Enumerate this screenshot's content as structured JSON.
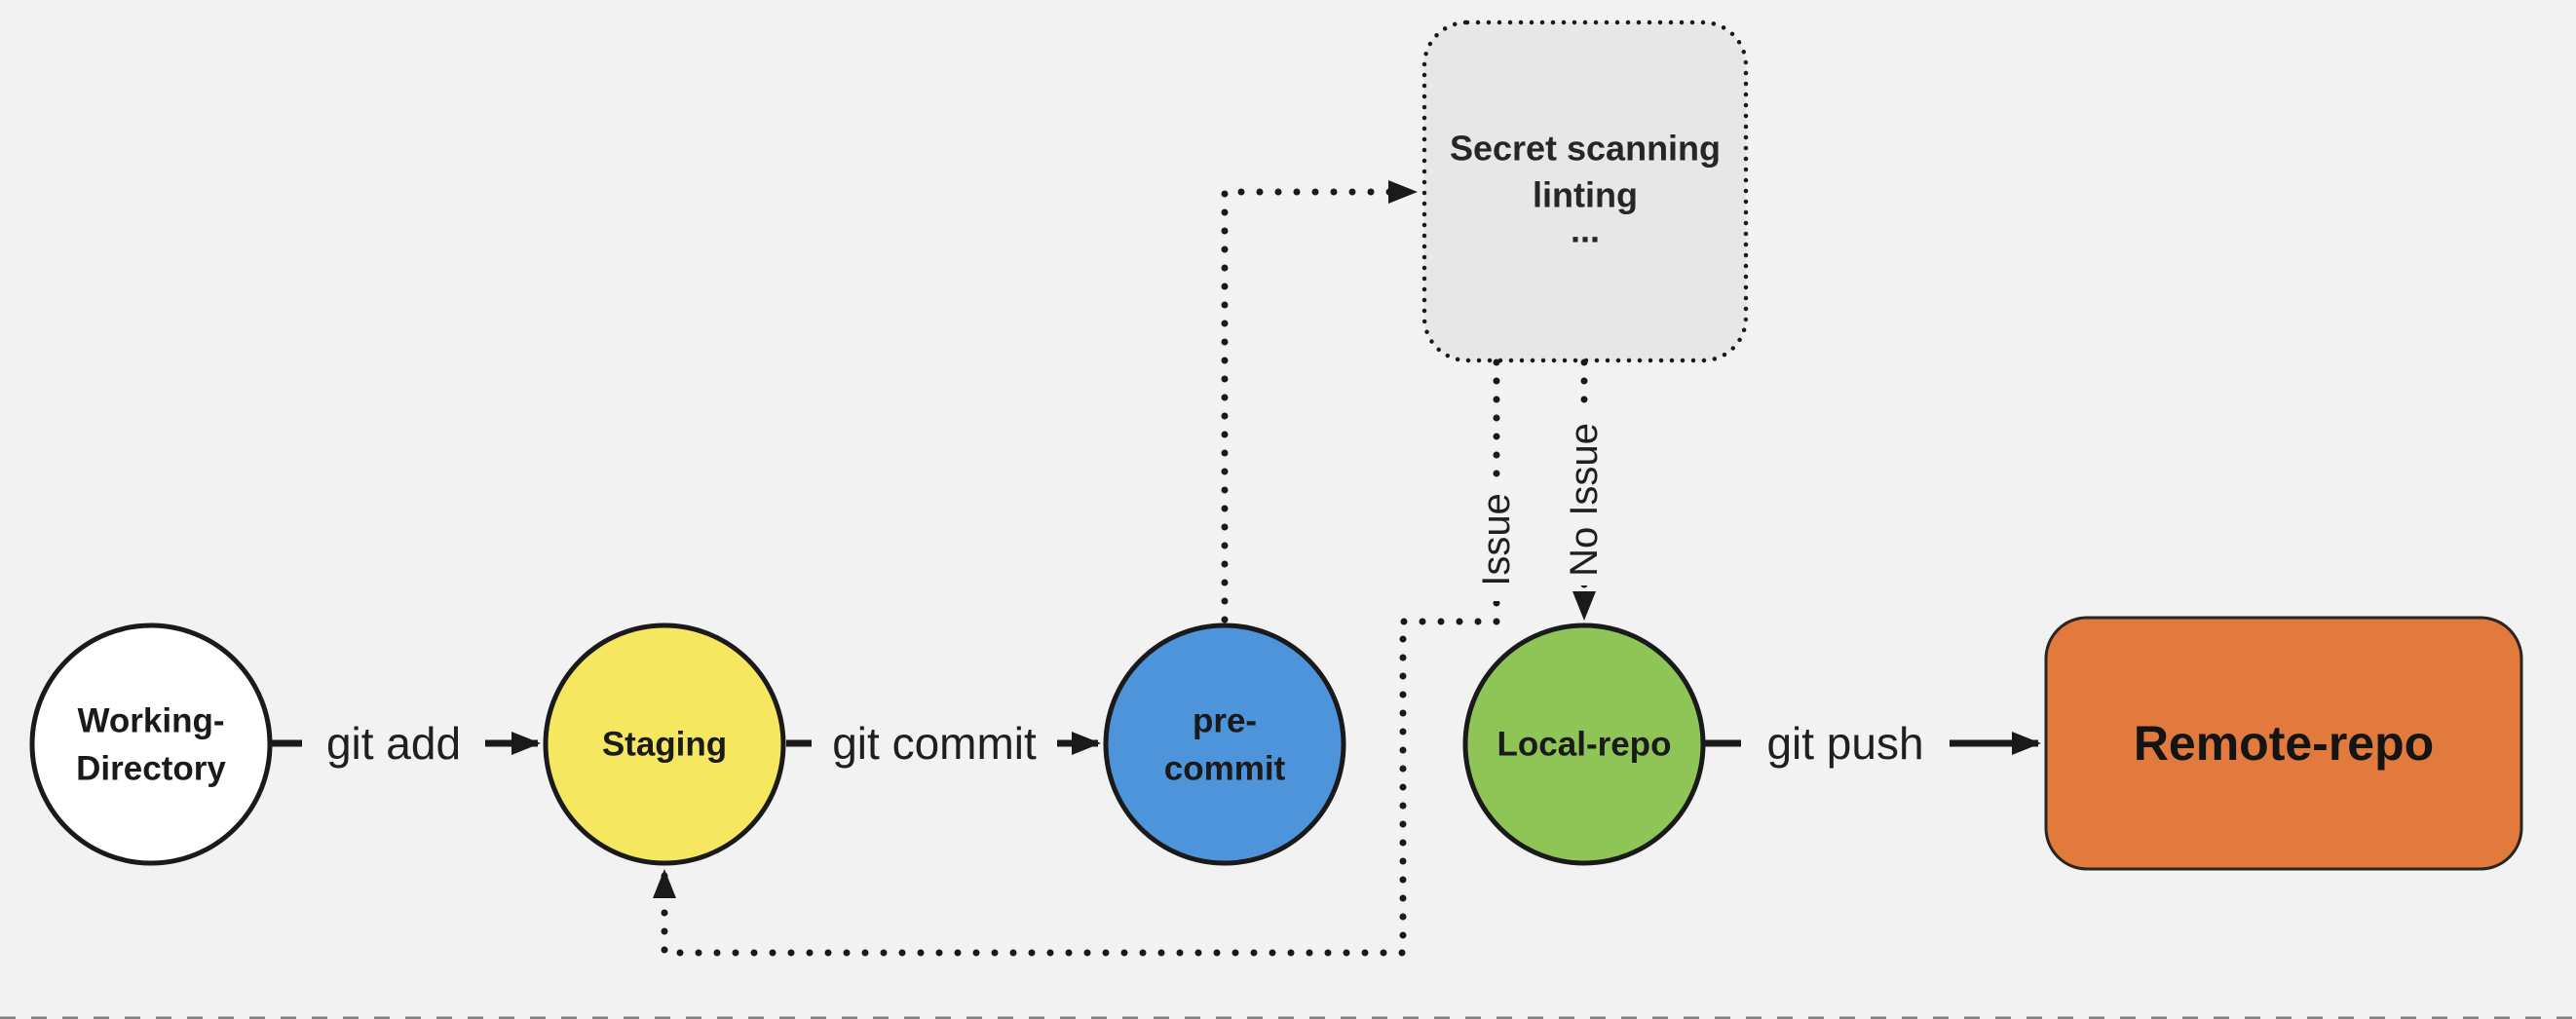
{
  "diagram": {
    "background": "#F2F2F2",
    "stroke_color": "#1A1A1A",
    "nodes": {
      "working_directory": {
        "line1": "Working-",
        "line2": "Directory",
        "fill": "#FFFFFF"
      },
      "staging": {
        "label": "Staging",
        "fill": "#F5E860"
      },
      "pre_commit": {
        "line1": "pre-",
        "line2": "commit",
        "fill": "#4D94DB"
      },
      "local_repo": {
        "label": "Local-repo",
        "fill": "#8FC557"
      },
      "remote_repo": {
        "label": "Remote-repo",
        "fill": "#E2793D"
      },
      "checks": {
        "line1": "Secret scanning",
        "line2": "linting",
        "line3": "...",
        "fill": "#E7E7E7"
      }
    },
    "edges": {
      "git_add": "git add",
      "git_commit": "git commit",
      "git_push": "git push",
      "issue": "Issue",
      "no_issue": "No Issue"
    }
  }
}
